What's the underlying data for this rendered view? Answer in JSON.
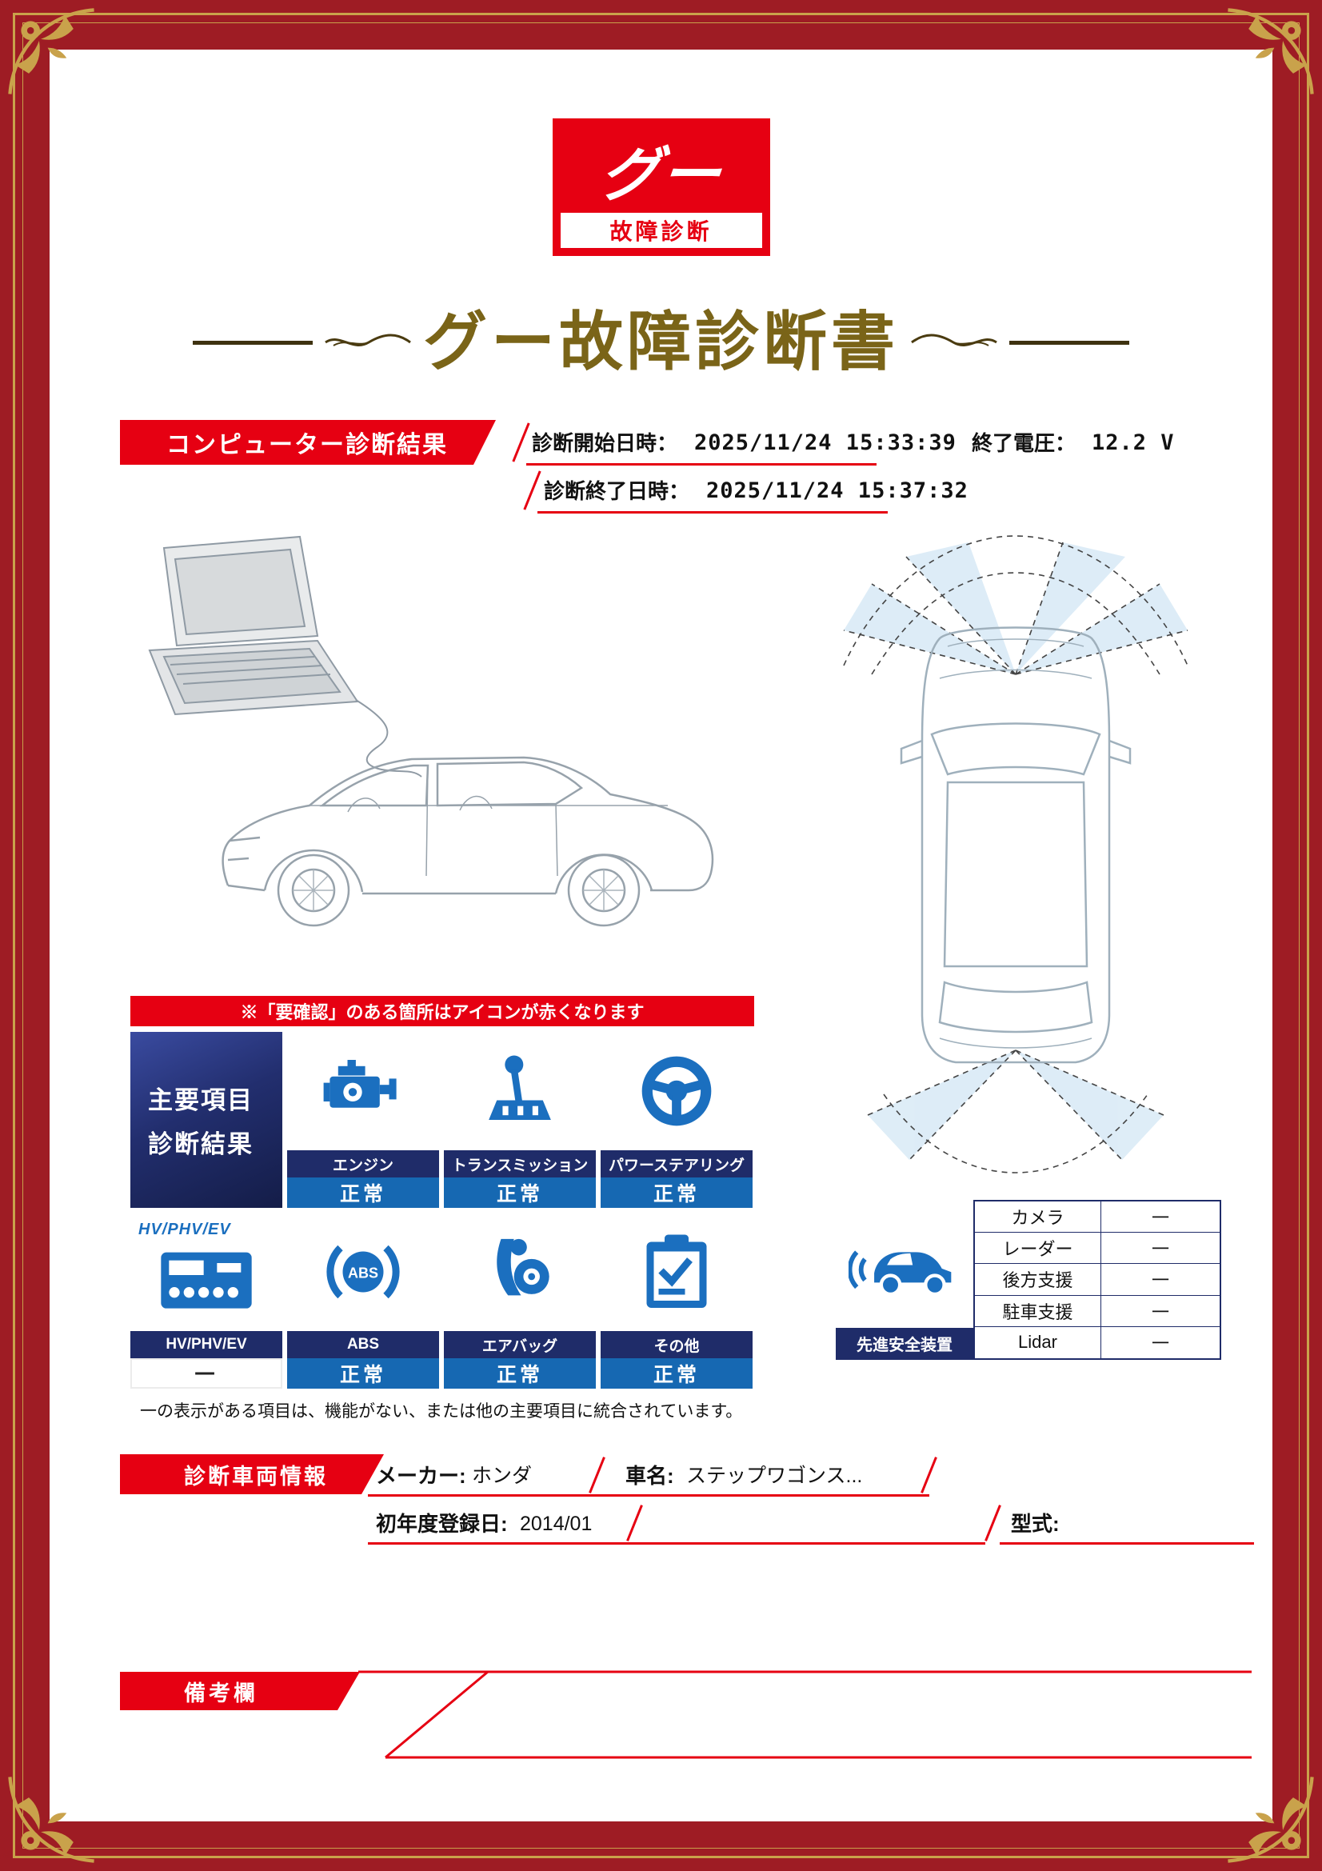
{
  "colors": {
    "frame_red": "#9E1C24",
    "accent_red": "#E60012",
    "gold": "#C9A24B",
    "title_gold": "#7A6418",
    "navy": "#1F2C69",
    "status_blue": "#1668B2",
    "icon_blue": "#1B6FBF"
  },
  "logo": {
    "main": "グー",
    "sub": "故障診断"
  },
  "title": "グー故障診断書",
  "computer_diagnosis": {
    "banner": "コンピューター診断結果",
    "start_label": "診断開始日時：",
    "start_value": "2025/11/24 15:33:39",
    "voltage_label": "終了電圧：",
    "voltage_value": "12.2 V",
    "end_label": "診断終了日時：",
    "end_value": "2025/11/24 15:37:32"
  },
  "alert_note": "※「要確認」のある箇所はアイコンが赤くなります",
  "summary_panel": {
    "line1": "主要項目",
    "line2": "診断結果"
  },
  "diagnosis_items": [
    {
      "label": "エンジン",
      "status": "正常"
    },
    {
      "label": "トランスミッション",
      "status": "正常"
    },
    {
      "label": "パワーステアリング",
      "status": "正常"
    },
    {
      "header": "HV/PHV/EV",
      "label": "HV/PHV/EV",
      "status": "一"
    },
    {
      "label": "ABS",
      "status": "正常"
    },
    {
      "label": "エアバッグ",
      "status": "正常"
    },
    {
      "label": "その他",
      "status": "正常"
    }
  ],
  "abs_icon_text": "ABS",
  "dash_note": "一の表示がある項目は、機能がない、または他の主要項目に統合されています。",
  "safety_equipment": {
    "title": "先進安全装置",
    "rows": [
      {
        "label": "カメラ",
        "value": "一"
      },
      {
        "label": "レーダー",
        "value": "一"
      },
      {
        "label": "後方支援",
        "value": "一"
      },
      {
        "label": "駐車支援",
        "value": "一"
      },
      {
        "label": "Lidar",
        "value": "一"
      }
    ]
  },
  "vehicle_info": {
    "banner": "診断車両情報",
    "maker_label": "メーカー:",
    "maker_value": "ホンダ",
    "name_label": "車名:",
    "name_value": "ステップワゴンス...",
    "registration_label": "初年度登録日:",
    "registration_value": "2014/01",
    "model_label": "型式:",
    "model_value": ""
  },
  "remarks": {
    "banner": "備考欄"
  }
}
